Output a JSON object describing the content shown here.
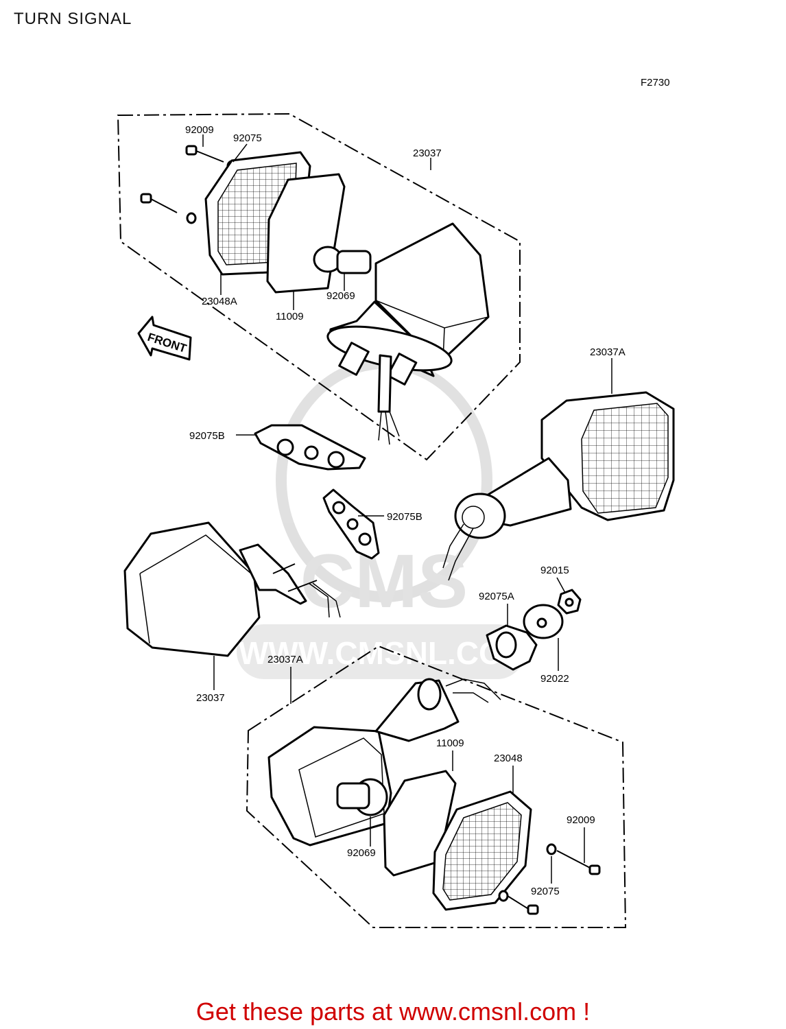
{
  "title": "TURN SIGNAL",
  "figure_code": "F2730",
  "front_marker": "FRONT",
  "watermark": {
    "logo": "CMS",
    "url": "WWW.CMSNL.COM"
  },
  "labels": {
    "p92009_top": "92009",
    "p92075_top": "92075",
    "p23037_top": "23037",
    "p23048A": "23048A",
    "p11009_top": "11009",
    "p92069_top": "92069",
    "p23037A_right": "23037A",
    "p92075B_left": "92075B",
    "p92075B_mid": "92075B",
    "p92015": "92015",
    "p92075A": "92075A",
    "p92022": "92022",
    "p23037_left": "23037",
    "p23037A_bottom": "23037A",
    "p11009_bottom": "11009",
    "p23048": "23048",
    "p92009_bottom": "92009",
    "p92069_bottom": "92069",
    "p92075_bottom": "92075"
  },
  "footer": "Get these parts at www.cmsnl.com !",
  "colors": {
    "footer": "#d00000",
    "line": "#000000",
    "watermark": "#c8c8c8"
  }
}
